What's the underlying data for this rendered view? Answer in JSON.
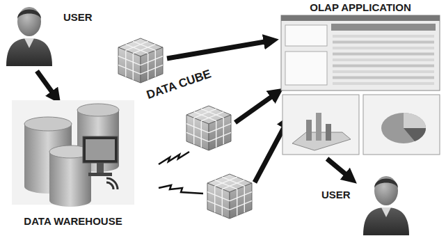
{
  "diagram": {
    "nodes": [
      {
        "text": [
          "USER"
        ]
      },
      {
        "text": [
          "DATA WAREHOUSE"
        ]
      },
      {
        "text": [
          "OLAP APPLICATION"
        ]
      },
      {
        "text": [
          "USER"
        ]
      }
    ],
    "edges": [
      {
        "from": 0,
        "to": 1,
        "arrow": "to"
      },
      {
        "from": 2,
        "to": 3,
        "arrow": "to"
      }
    ],
    "labels": [
      "DATA CUBE"
    ]
  }
}
